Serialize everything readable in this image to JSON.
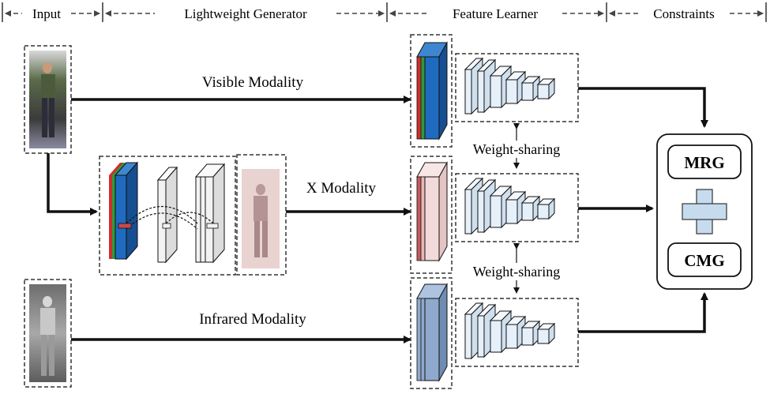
{
  "header": {
    "sections": [
      {
        "label": "Input"
      },
      {
        "label": "Lightweight Generator"
      },
      {
        "label": "Feature Learner"
      },
      {
        "label": "Constraints"
      }
    ]
  },
  "flows": {
    "visible_label": "Visible Modality",
    "x_label": "X Modality",
    "infrared_label": "Infrared Modality"
  },
  "feature_learner": {
    "weight_sharing_top": "Weight-sharing",
    "weight_sharing_bottom": "Weight-sharing"
  },
  "constraints": {
    "top_box": "MRG",
    "bottom_box": "CMG",
    "plus_symbol_color": "#c6dcee"
  },
  "colors": {
    "visible_blue": "#1f6bc0",
    "channel_green": "#2e9a3a",
    "channel_red": "#d22c2c",
    "x_pink": "#f3dada",
    "x_pink_edge": "#b34a4a",
    "infrared_blue": "#8fa9cc",
    "block_fill": "#e6f0fa"
  },
  "icons": {
    "person_visible": "person-visible-image",
    "person_x": "person-x-image",
    "person_infrared": "person-infrared-image"
  }
}
